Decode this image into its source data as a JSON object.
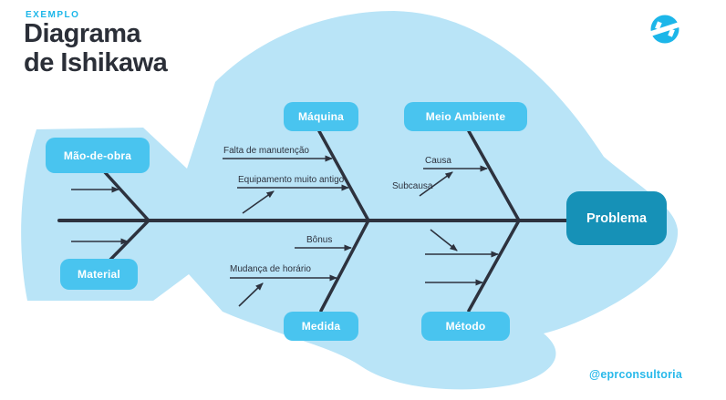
{
  "header": {
    "kicker": "EXEMPLO",
    "title_line1": "Diagrama",
    "title_line2": "de Ishikawa"
  },
  "brand": {
    "logo_icon": "sync-circle-icon",
    "handle": "@eprconsultoria"
  },
  "diagram": {
    "type": "ishikawa-fishbone",
    "problem": {
      "label": "Problema"
    },
    "categories": [
      {
        "id": "mao-de-obra",
        "label": "Mão-de-obra",
        "position": "tail-top"
      },
      {
        "id": "material",
        "label": "Material",
        "position": "tail-bottom"
      },
      {
        "id": "maquina",
        "label": "Máquina",
        "position": "top-left"
      },
      {
        "id": "meio-ambiente",
        "label": "Meio Ambiente",
        "position": "top-right"
      },
      {
        "id": "medida",
        "label": "Medida",
        "position": "bottom-left"
      },
      {
        "id": "metodo",
        "label": "Método",
        "position": "bottom-right"
      }
    ],
    "causes": [
      {
        "label": "Falta de manutenção",
        "category": "Máquina"
      },
      {
        "label": "Equipamento muito antigo",
        "category": "Máquina"
      },
      {
        "label": "Causa",
        "category": "Meio Ambiente"
      },
      {
        "label": "Subcausa",
        "category": "Meio Ambiente"
      },
      {
        "label": "Bônus",
        "category": "Medida"
      },
      {
        "label": "Mudança de horário",
        "category": "Medida"
      }
    ]
  },
  "colors": {
    "accent_cyan": "#1cb6e9",
    "fish_body": "#b9e4f7",
    "category_box": "#49c4ef",
    "problem_box": "#1691b7",
    "bone": "#2d323e",
    "title_text": "#2b2f38"
  }
}
